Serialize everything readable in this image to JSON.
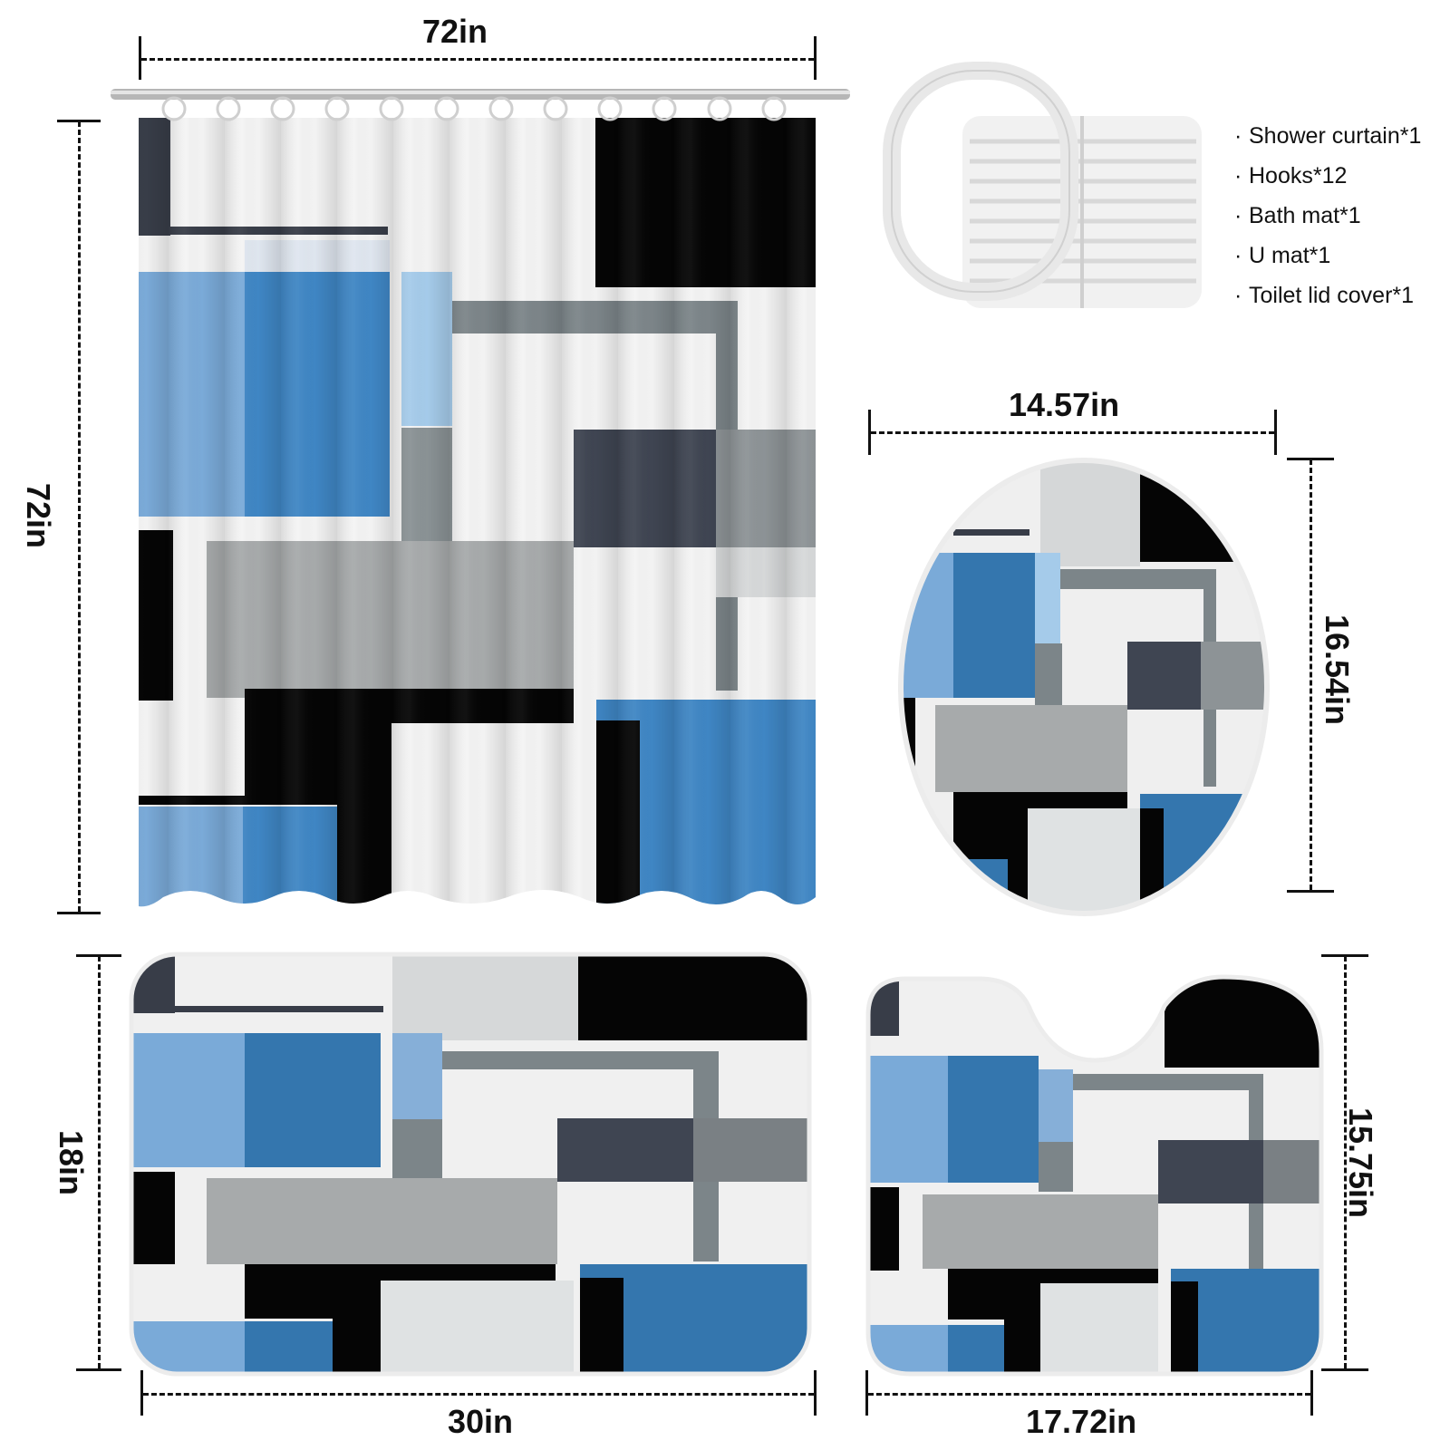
{
  "dimensions": {
    "curtain_width": "72in",
    "curtain_height": "72in",
    "lid_width": "14.57in",
    "lid_height": "16.54in",
    "bath_mat_height": "18in",
    "bath_mat_width": "30in",
    "u_mat_height": "15.75in",
    "u_mat_width": "17.72in"
  },
  "package_contents": [
    "Shower curtain*1",
    "Hooks*12",
    "Bath mat*1",
    "U mat*1",
    "Toilet lid cover*1"
  ],
  "colors": {
    "light_blue": "#8fb9e0",
    "blue": "#3d7fbf",
    "black": "#050505",
    "slate": "#474d58",
    "gray": "#a8abac",
    "steel": "#7c8589",
    "white": "#f4f4f4"
  },
  "icons": {
    "hooks": "shower-curtain-rings-icon"
  }
}
